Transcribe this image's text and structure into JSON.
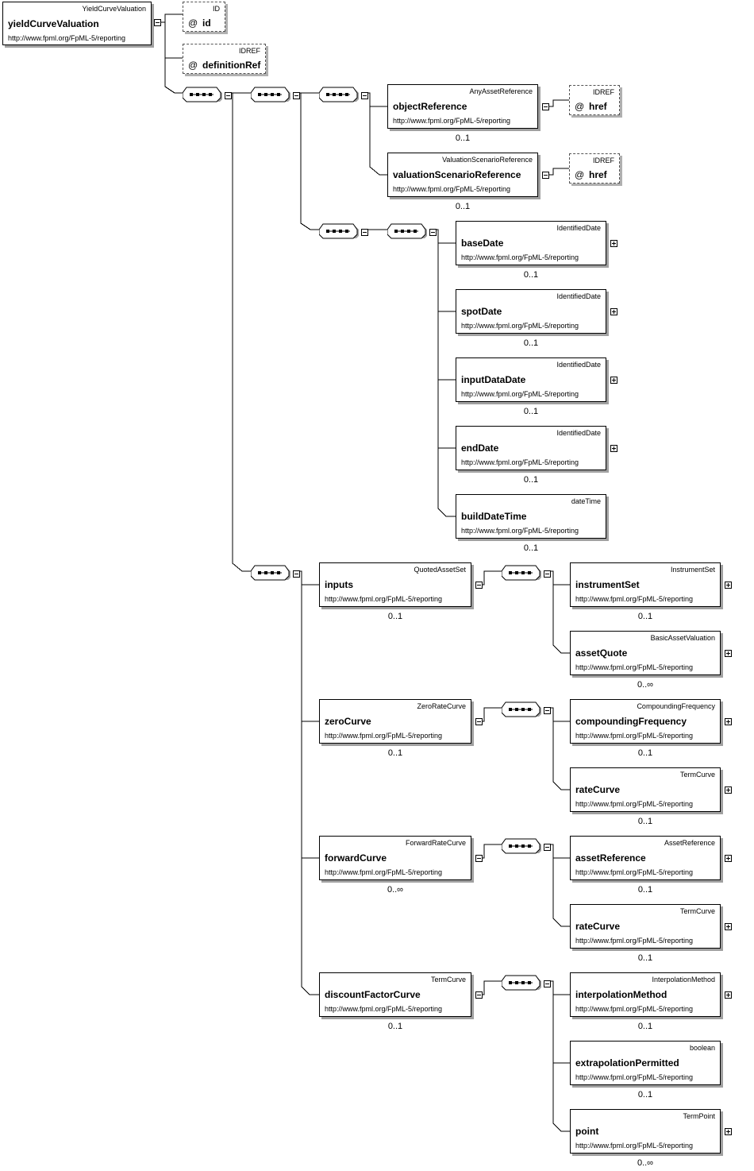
{
  "namespace": "http://www.fpml.org/FpML-5/reporting",
  "root": {
    "type": "YieldCurveValuation",
    "name": "yieldCurveValuation"
  },
  "attributes": [
    {
      "type": "ID",
      "at": "@",
      "name": "id"
    },
    {
      "type": "IDREF",
      "at": "@",
      "name": "definitionRef"
    }
  ],
  "ref_attributes": [
    {
      "type": "IDREF",
      "at": "@",
      "name": "href"
    },
    {
      "type": "IDREF",
      "at": "@",
      "name": "href"
    }
  ],
  "elements": [
    {
      "type": "AnyAssetReference",
      "name": "objectReference",
      "card": "0..1"
    },
    {
      "type": "ValuationScenarioReference",
      "name": "valuationScenarioReference",
      "card": "0..1"
    },
    {
      "type": "IdentifiedDate",
      "name": "baseDate",
      "card": "0..1"
    },
    {
      "type": "IdentifiedDate",
      "name": "spotDate",
      "card": "0..1"
    },
    {
      "type": "IdentifiedDate",
      "name": "inputDataDate",
      "card": "0..1"
    },
    {
      "type": "IdentifiedDate",
      "name": "endDate",
      "card": "0..1"
    },
    {
      "type": "dateTime",
      "name": "buildDateTime",
      "card": "0..1"
    },
    {
      "type": "QuotedAssetSet",
      "name": "inputs",
      "card": "0..1"
    },
    {
      "type": "ZeroRateCurve",
      "name": "zeroCurve",
      "card": "0..1"
    },
    {
      "type": "ForwardRateCurve",
      "name": "forwardCurve",
      "card": "0..∞"
    },
    {
      "type": "TermCurve",
      "name": "discountFactorCurve",
      "card": "0..1"
    },
    {
      "type": "InstrumentSet",
      "name": "instrumentSet",
      "card": "0..1"
    },
    {
      "type": "BasicAssetValuation",
      "name": "assetQuote",
      "card": "0..∞"
    },
    {
      "type": "CompoundingFrequency",
      "name": "compoundingFrequency",
      "card": "0..1"
    },
    {
      "type": "TermCurve",
      "name": "rateCurve",
      "card": "0..1"
    },
    {
      "type": "AssetReference",
      "name": "assetReference",
      "card": "0..1"
    },
    {
      "type": "TermCurve",
      "name": "rateCurve",
      "card": "0..1"
    },
    {
      "type": "InterpolationMethod",
      "name": "interpolationMethod",
      "card": "0..1"
    },
    {
      "type": "boolean",
      "name": "extrapolationPermitted",
      "card": "0..1"
    },
    {
      "type": "TermPoint",
      "name": "point",
      "card": "0..∞"
    }
  ]
}
